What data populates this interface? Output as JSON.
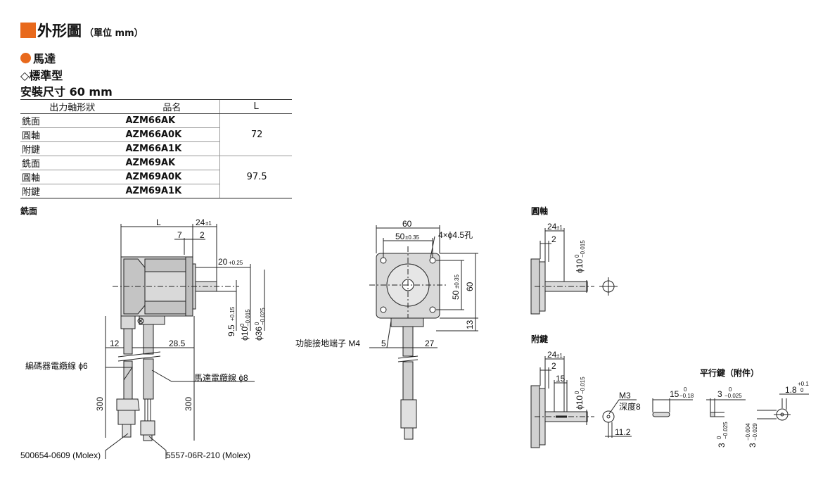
{
  "header": {
    "title": "外形圖",
    "unit": "（單位 mm）",
    "section": "馬達",
    "subsection": "◇標準型",
    "mount": "安裝尺寸 60 mm"
  },
  "table": {
    "headers": [
      "出力軸形狀",
      "品名",
      "L"
    ],
    "rows": [
      {
        "shaft": "銑面",
        "name": "AZM66AK"
      },
      {
        "shaft": "圓軸",
        "name": "AZM66A0K"
      },
      {
        "shaft": "附鍵",
        "name": "AZM66A1K"
      },
      {
        "shaft": "銑面",
        "name": "AZM69AK"
      },
      {
        "shaft": "圓軸",
        "name": "AZM69A0K"
      },
      {
        "shaft": "附鍵",
        "name": "AZM69A1K"
      }
    ],
    "lengths": [
      "72",
      "97.5"
    ]
  },
  "labels": {
    "flat": "銑面",
    "round": "圓軸",
    "key": "附鍵",
    "parallel_key": "平行鍵（附件）",
    "encoder_cable": "編碼器電纜線 ϕ6",
    "motor_cable": "馬達電纜線 ϕ8",
    "ground": "功能接地端子 M4",
    "conn1": "500654-0609 (Molex)",
    "conn2": "5557-06R-210 (Molex)",
    "m3": "M3",
    "depth": "深度8"
  },
  "dims": {
    "L": "L",
    "d24": "24",
    "d24tol": "±1",
    "d7": "7",
    "d2": "2",
    "d20": "20",
    "d20tol": "+0.25",
    "d95": "9.5",
    "d95tol": "+0.15",
    "d10": "ϕ10",
    "d10tol_top": "0",
    "d10tol_bot": "−0.015",
    "d36": "ϕ36",
    "d36tol_bot": "−0.025",
    "d12": "12",
    "d285": "28.5",
    "d300": "300",
    "d60": "60",
    "d50": "50",
    "d50tol": "±0.35",
    "holes": "4×ϕ4.5孔",
    "d13": "13",
    "d5": "5",
    "d27": "27",
    "d15": "15",
    "d112": "11.2",
    "kd15": "15",
    "kd15tol": "−0.18",
    "kd3": "3",
    "kd3tol": "−0.025",
    "kd18": "1.8",
    "kd18tol": "+0.1",
    "kd3b_tol": "−0.004",
    "kd3b_tol2": "−0.029",
    "zero": "0"
  }
}
